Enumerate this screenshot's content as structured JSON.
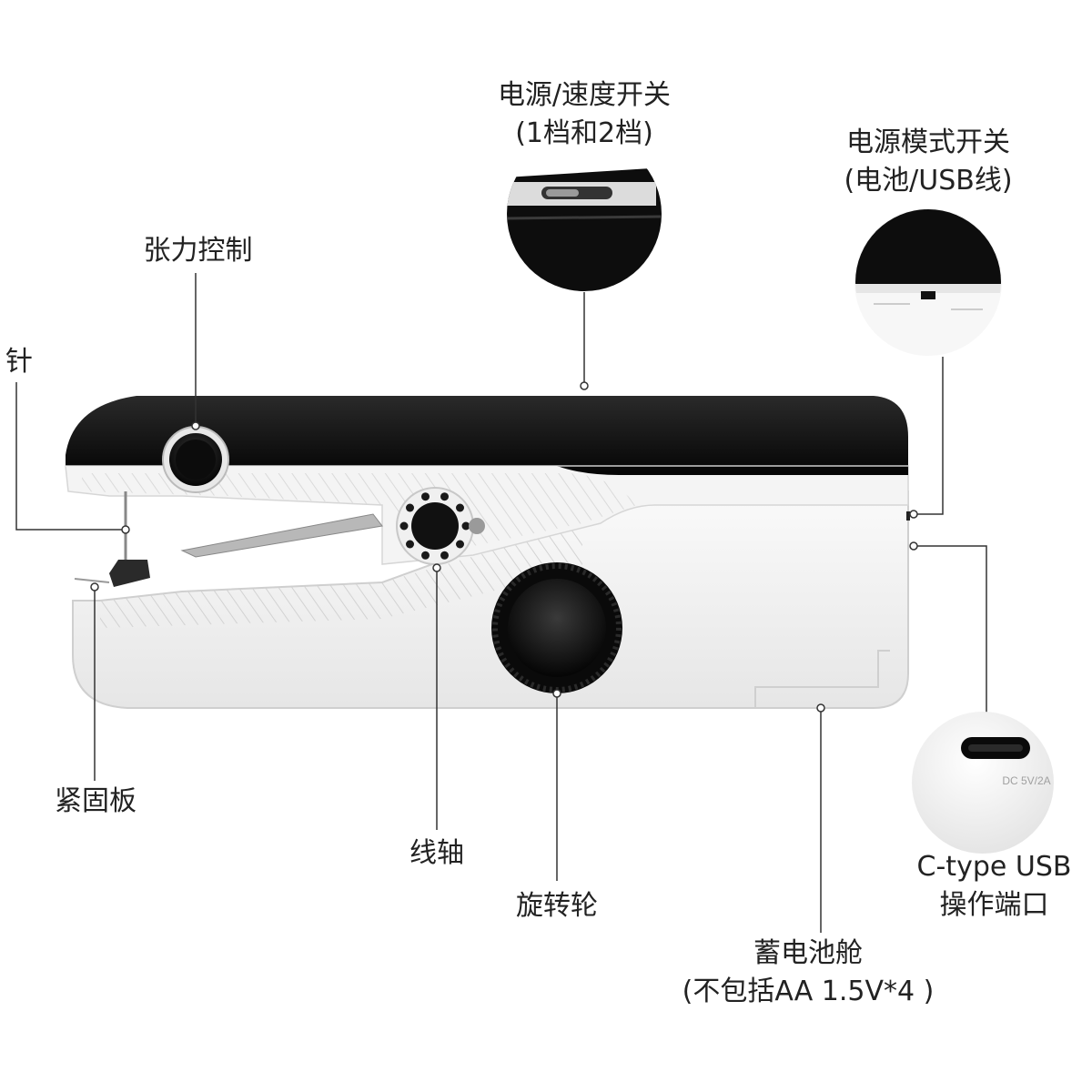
{
  "labels": {
    "needle": "针",
    "tension": "张力控制",
    "clamp": "紧固板",
    "spool": "线轴",
    "wheel": "旋转轮",
    "power_speed": {
      "line1": "电源/速度开关",
      "line2": "(1档和2档)"
    },
    "power_mode": {
      "line1": "电源模式开关",
      "line2": "(电池/USB线)"
    },
    "usb_port": {
      "line1": "C-type USB",
      "line2": "操作端口"
    },
    "battery": {
      "line1": "蓄电池舱",
      "line2": "(不包括AA 1.5V*4 )"
    }
  },
  "inset_text": {
    "port_rating": "DC 5V/2A"
  },
  "colors": {
    "body_black": "#111111",
    "body_white": "#f2f2f2",
    "line": "#333333"
  },
  "icons": [
    "tension-knob-icon",
    "spool-icon",
    "handwheel-icon",
    "usb-c-port-icon"
  ]
}
